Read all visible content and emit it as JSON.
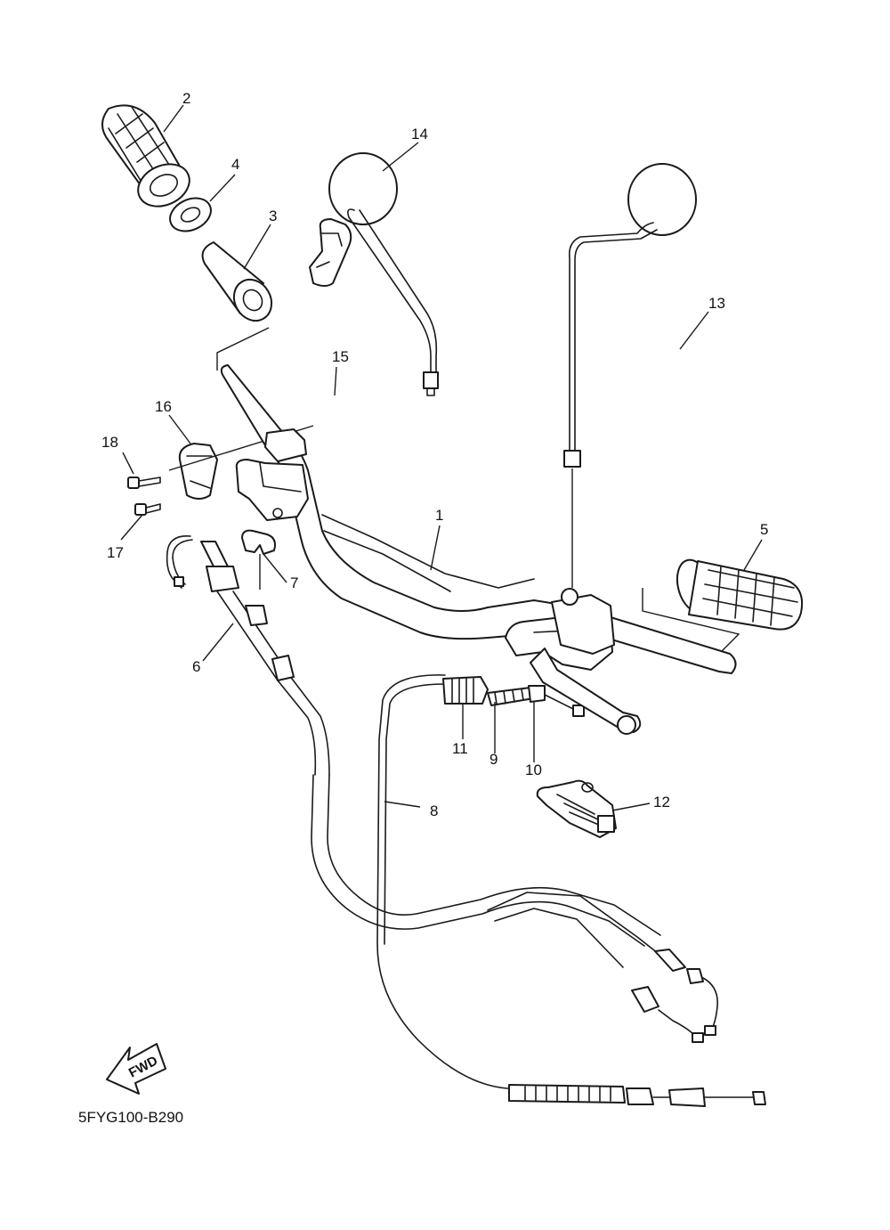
{
  "diagram_code": "5FYG100-B290",
  "fwd_label": "FWD",
  "callouts": {
    "c1": "1",
    "c2": "2",
    "c3": "3",
    "c4": "4",
    "c5": "5",
    "c6": "6",
    "c7": "7",
    "c8": "8",
    "c9": "9",
    "c10": "10",
    "c11": "11",
    "c12": "12",
    "c13": "13",
    "c14": "14",
    "c15": "15",
    "c16": "16",
    "c17": "17",
    "c18": "18"
  }
}
